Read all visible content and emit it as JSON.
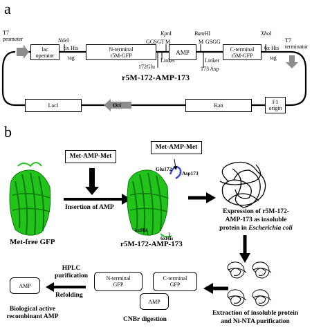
{
  "panel_a": {
    "letter": "a",
    "t7_promoter": "T7\npromoter",
    "lac_operator": "lac\noperator",
    "nde_italic": "Nde",
    "nde_roman": "I",
    "his_tag_left": "6x His",
    "tag_left": "tag",
    "nterm_gfp": "N-terminal\nr5M-GFP",
    "glu_172": "172Glu",
    "kpn_italic": "Kpn",
    "kpn_roman": "I",
    "ggsgt": "GGSGT",
    "m_left": "M",
    "linker_left": "Linker",
    "bam_italic": "Bam",
    "bam_roman": "HI",
    "m_right": "M",
    "gsgg": "GSGG",
    "amp": "AMP",
    "linker_right": "Linker",
    "asp_173": "173 Asp",
    "cterm_gfp": "C-terminal\nr5M-GFP",
    "xho_italic": "Xho",
    "xho_roman": "I",
    "his_tag_right": "6x His",
    "tag_right": "tag",
    "t7_terminator": "T7\nterminator",
    "construct_name": "r5M-172-AMP-173",
    "laci": "LacI",
    "ori": "Ori",
    "kan": "Kan",
    "f1_origin": "F1\norigin"
  },
  "panel_b": {
    "letter": "b",
    "met_free_gfp": "Met-free GFP",
    "met_amp_met_1": "Met-AMP-Met",
    "insertion": "Insertion of AMP",
    "met_amp_met_2": "Met-AMP-Met",
    "glu172": "Glu172",
    "asp173": "Asp173",
    "his_a": "6xHis",
    "his_b": "6xHis",
    "construct": "r5M-172-AMP-173",
    "expression_1": "Expression of r5M-172-",
    "expression_2": "AMP-173 as insoluble",
    "expression_3": "protein in ",
    "expression_3_italic": "Escherichia coli",
    "extraction_1": "Extraction of insoluble protein",
    "extraction_2": "and Ni-NTA purification",
    "nterm_gfp": "N-terminal\nGFP",
    "cterm_gfp": "C-terminal\nGFP",
    "amp_frag": "AMP",
    "cnbr": "CNBr digestion",
    "hplc": "HPLC\npurification",
    "refolding": "Refolding",
    "amp_final": "AMP",
    "bio_active": "Biological active\nrecombinant AMP"
  },
  "colors": {
    "gfp_green": "#22c41c",
    "gfp_dark": "#0f7a0c",
    "arrow_gray": "#8c8c8c",
    "loop_blue": "#3a4fd0"
  }
}
